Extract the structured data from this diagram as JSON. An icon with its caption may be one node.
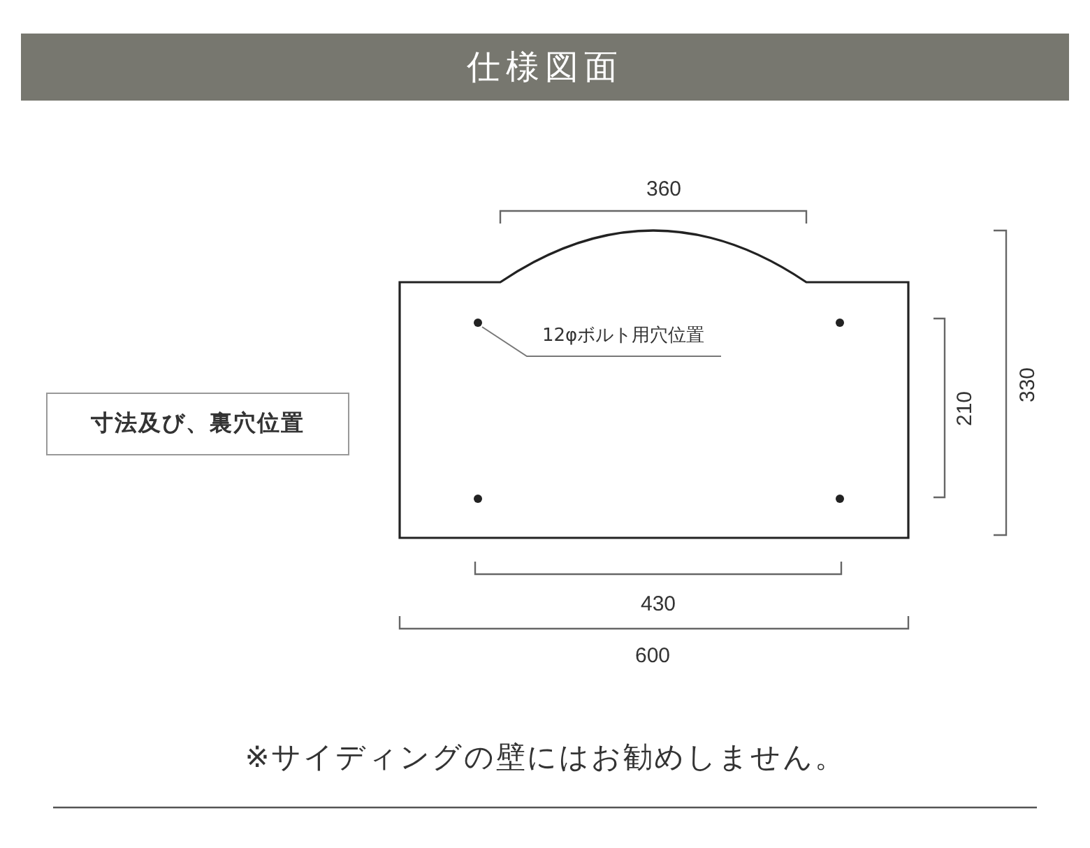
{
  "diagram": {
    "title": "仕様図面",
    "caption": "※サイディングの壁にはお勧めしません。",
    "nodes": [
      {
        "text": [
          "寸法及び、裏穴位置"
        ]
      },
      {
        "text": [
          "12φボルト用穴位置"
        ]
      },
      {
        "text": [],
        "shape": "circle"
      },
      {
        "text": [],
        "shape": "circle"
      },
      {
        "text": [],
        "shape": "circle"
      },
      {
        "text": [],
        "shape": "circle"
      }
    ],
    "edges": [
      {
        "from": 1,
        "to": 2,
        "arrow": "none"
      }
    ],
    "labels": [
      "360",
      "330",
      "210",
      "430",
      "600"
    ]
  }
}
